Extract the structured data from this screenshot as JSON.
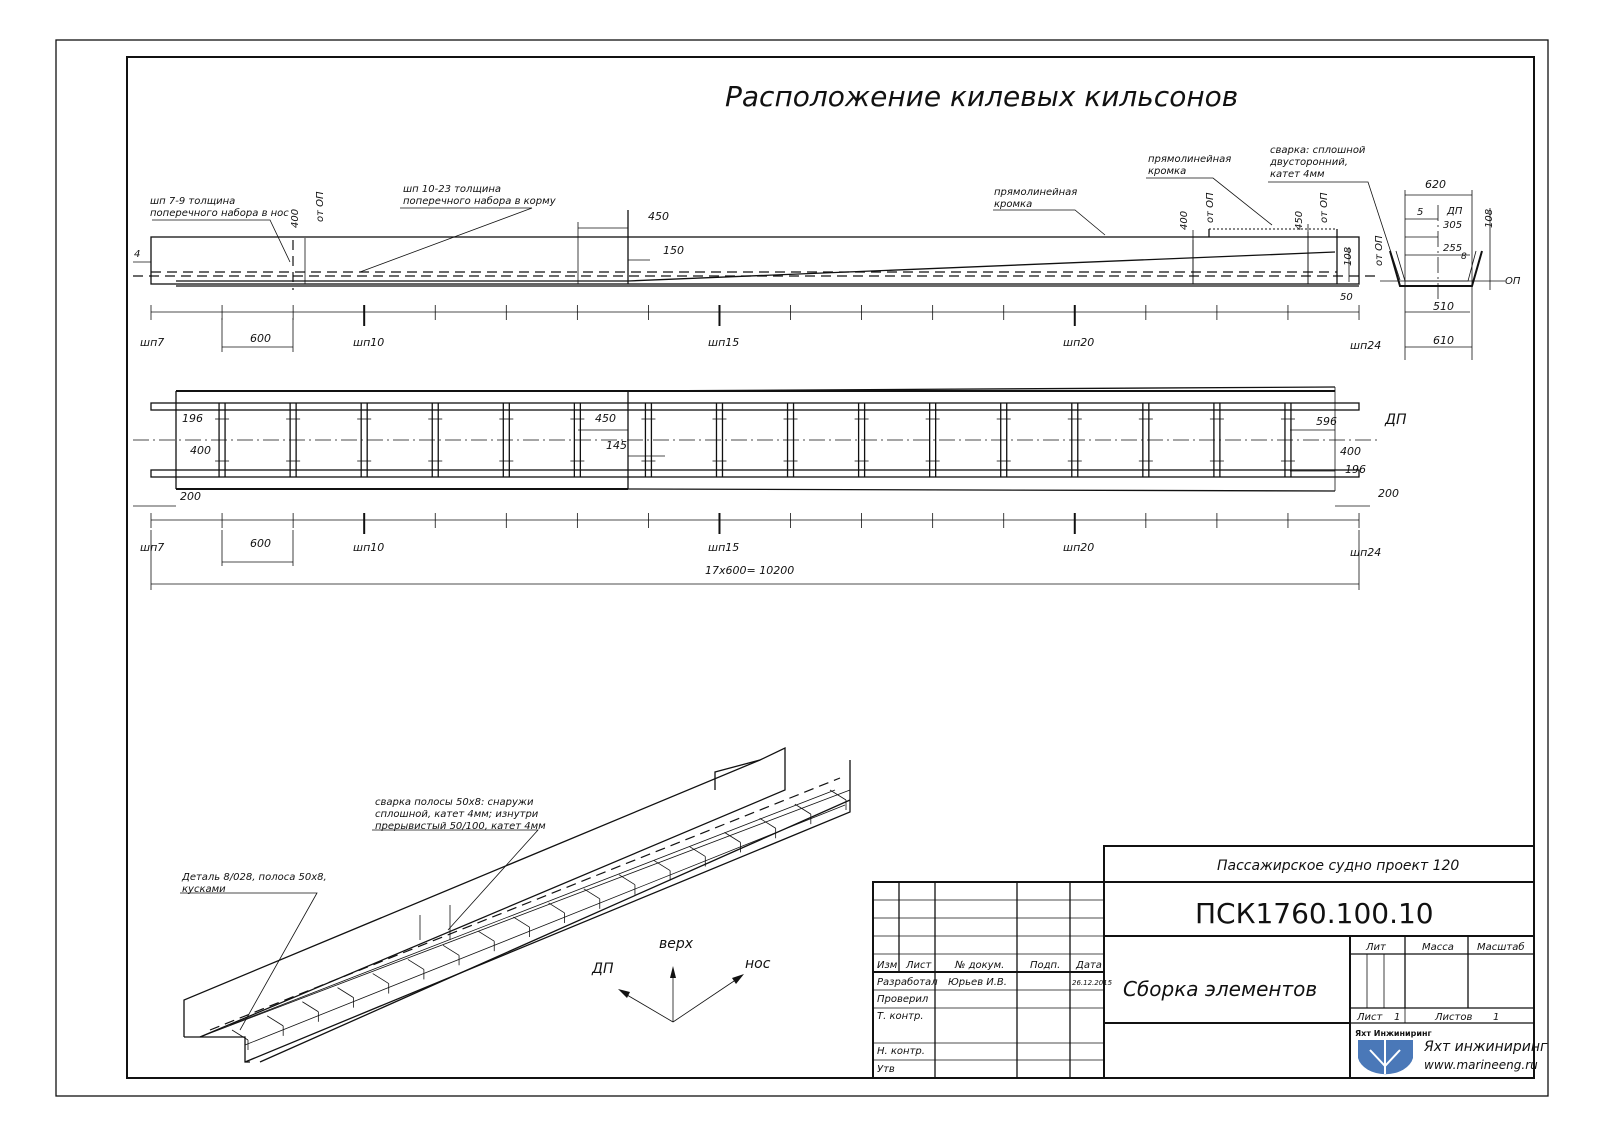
{
  "title": "Расположение килевых кильсонов",
  "frames": {
    "f7": "шп7",
    "f10": "шп10",
    "f15": "шп15",
    "f20": "шп20",
    "f24": "шп24"
  },
  "side_view": {
    "note_left": [
      "шп 7-9 толщина",
      "поперечного набора в нос"
    ],
    "note_mid": [
      "шп 10-23 толщина",
      "поперечного набора в корму"
    ],
    "note_edge1": [
      "прямолинейная",
      "кромка"
    ],
    "note_edge2": [
      "прямолинейная",
      "кромка"
    ],
    "note_weld": [
      "сварка: сплошной",
      "двусторонний,",
      "катет 4мм"
    ],
    "dims": {
      "d4": "4",
      "d400a": "400",
      "ot_op_a": "от ОП",
      "d450": "450",
      "d150": "150",
      "d400b": "400",
      "ot_op_b": "от ОП",
      "d450b": "450",
      "ot_op_c": "от ОП",
      "d108": "108",
      "ot_op_d": "от ОП",
      "d600": "600",
      "d50": "50"
    }
  },
  "section": {
    "d620": "620",
    "d5": "5",
    "dp": "ДП",
    "d305": "305",
    "d108": "108",
    "d255": "255",
    "d8": "8",
    "op": "ОП",
    "d510": "510",
    "d610": "610"
  },
  "plan_view": {
    "d196a": "196",
    "d400a": "400",
    "d200a": "200",
    "d450": "450",
    "d145": "145",
    "d596": "596",
    "dp": "ДП",
    "d400b": "400",
    "d196b": "196",
    "d200b": "200",
    "d600": "600",
    "total": "17х600= 10200"
  },
  "iso_view": {
    "note_weld": [
      "сварка полосы 50х8: снаружи",
      "сплошной, катет 4мм; изнутри",
      "прерывистый 50/100, катет 4мм"
    ],
    "note_detail": [
      "Деталь  8/028, полоса 50х8,",
      "кусками"
    ],
    "axis_up": "верх",
    "axis_dp": "ДП",
    "axis_bow": "нос"
  },
  "title_block": {
    "project": "Пассажирское судно проект 120",
    "code": "ПСК1760.100.10",
    "name": "Сборка элементов",
    "col_izm": "Изм",
    "col_list": "Лист",
    "col_doc": "№ докум.",
    "col_sign": "Подп.",
    "col_date": "Дата",
    "row_dev": "Разработал",
    "dev_name": "Юрьев И.В.",
    "dev_date": "26.12.2015",
    "row_check": "Проверил",
    "row_tcontr": "Т. контр.",
    "row_ncontr": "Н. контр.",
    "row_approve": "Утв",
    "lit": "Лит",
    "mass": "Масса",
    "scale": "Масштаб",
    "sheet_label": "Лист",
    "sheet_num": "1",
    "sheets_label": "Листов",
    "sheets_num": "1",
    "logo_text": "Яхт Инжиниринг",
    "company": "Яхт инжиниринг",
    "website": "www.marineeng.ru"
  },
  "colors": {
    "line": "#111111",
    "logo": "#4a78b8"
  }
}
